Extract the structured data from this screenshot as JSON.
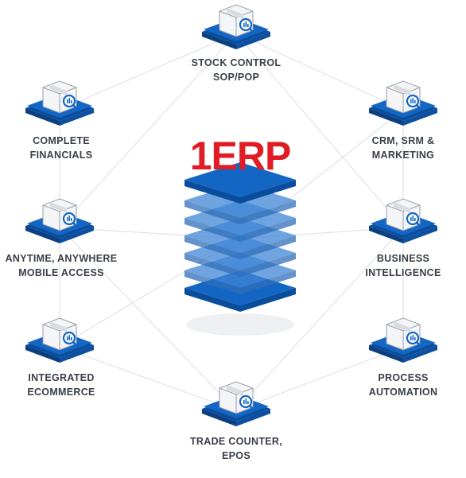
{
  "center": {
    "brand": "1ERP",
    "brand_color": "#e01c24"
  },
  "colors": {
    "blue": "#1466c4",
    "blue_dark": "#0a4d9c",
    "text": "#3a3f48",
    "line": "#dfe3e8"
  },
  "icon_name": "package-analytics-icon",
  "modules": [
    {
      "key": "stock-control",
      "label": "STOCK CONTROL\nSOP/POP"
    },
    {
      "key": "crm",
      "label": "CRM, SRM &\nMARKETING"
    },
    {
      "key": "business-intelligence",
      "label": "BUSINESS\nINTELLIGENCE"
    },
    {
      "key": "process-automation",
      "label": "PROCESS\nAUTOMATION"
    },
    {
      "key": "trade-counter",
      "label": "TRADE COUNTER,\nEPOS"
    },
    {
      "key": "ecommerce",
      "label": "INTEGRATED\nECOMMERCE"
    },
    {
      "key": "mobile",
      "label": "ANYTIME, ANYWHERE\nMOBILE ACCESS"
    },
    {
      "key": "financials",
      "label": "COMPLETE\nFINANCIALS"
    }
  ]
}
